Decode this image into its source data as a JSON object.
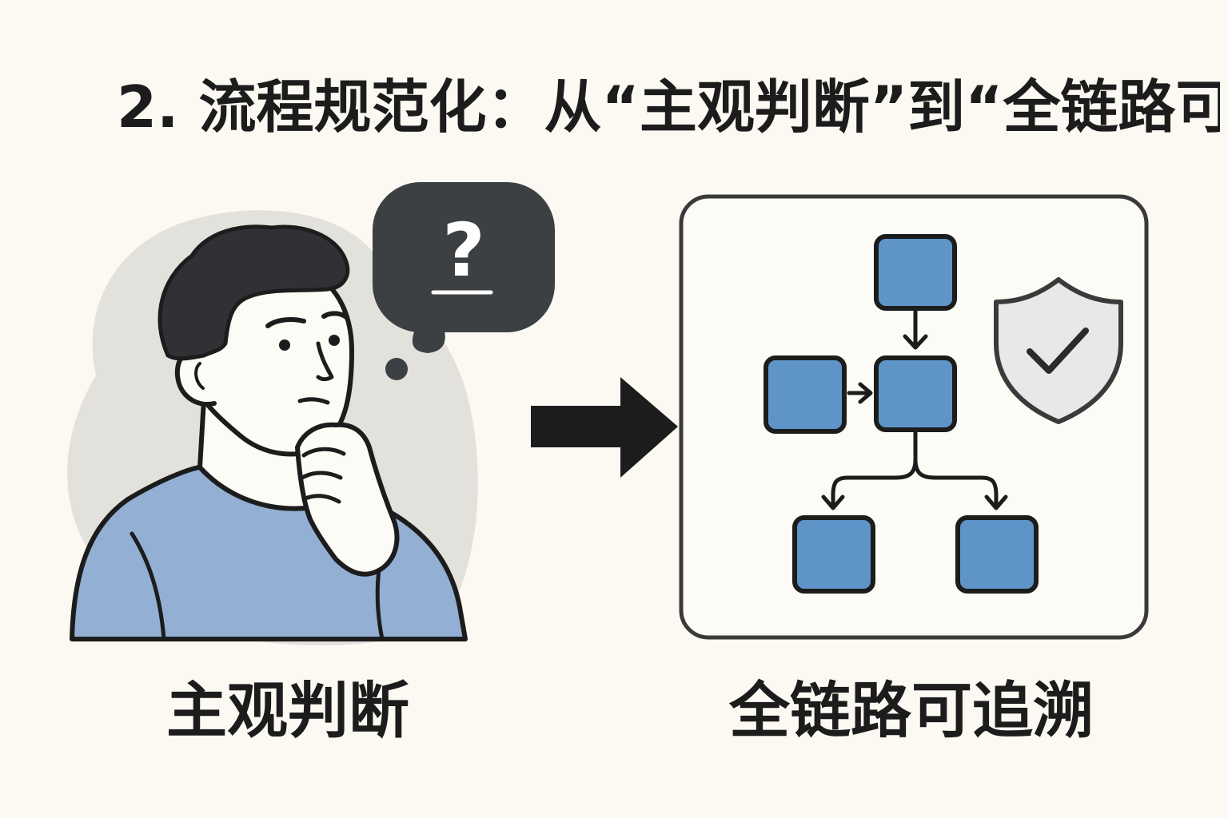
{
  "title": "2. 流程规范化：从“主观判断”到“全链路可",
  "left": {
    "label": "主观判断",
    "bubble_symbol": "?"
  },
  "right": {
    "label": "全链路可追溯"
  },
  "colors": {
    "background": "#fbf9f1",
    "ink": "#1c1c1c",
    "bubble": "#3d4043",
    "shirt": "#93afd3",
    "node_fill": "#5f94c9",
    "shield_fill": "#e8e8e8",
    "halo": "#e2e1dc"
  }
}
